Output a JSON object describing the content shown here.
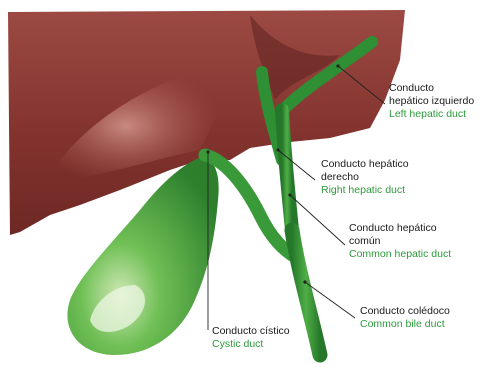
{
  "labels": {
    "left_hepatic": {
      "es_line1": "Conducto",
      "es_line2": "hepático izquierdo",
      "en": "Left hepatic duct"
    },
    "right_hepatic": {
      "es_line1": "Conducto hepático",
      "es_line2": "derecho",
      "en": "Right hepatic duct"
    },
    "common_hepatic": {
      "es_line1": "Conducto hepático",
      "es_line2": "común",
      "en": "Common hepatic duct"
    },
    "common_bile": {
      "es_line1": "Conducto colédoco",
      "en": "Common bile duct"
    },
    "cystic": {
      "es_line1": "Conducto cístico",
      "en": "Cystic duct"
    }
  },
  "colors": {
    "liver": "#8a3a34",
    "gallbladder": "#3f9a3c",
    "duct": "#2f8f34",
    "label_en": "#2e9a3c",
    "leader": "#222222"
  }
}
